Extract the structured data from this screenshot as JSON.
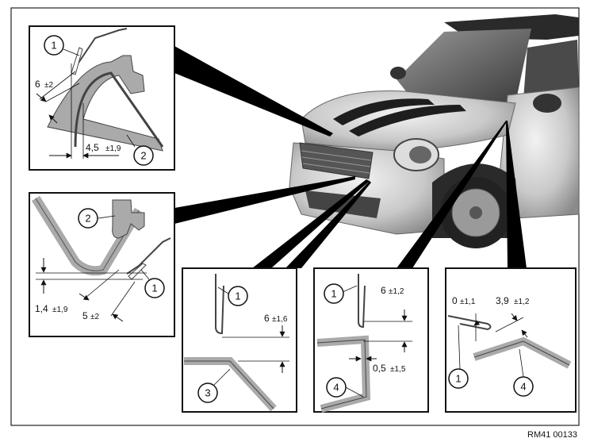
{
  "figure": {
    "reference": "RM41 00133",
    "callouts": [
      "1",
      "2",
      "3",
      "4"
    ]
  },
  "panels": {
    "top_left": {
      "dims": [
        {
          "value": "6",
          "tolerance": "±2"
        },
        {
          "value": "4,5",
          "tolerance": "±1,9"
        }
      ],
      "callouts": [
        "1",
        "2"
      ]
    },
    "mid_left": {
      "dims": [
        {
          "value": "1,4",
          "tolerance": "±1,9"
        },
        {
          "value": "5",
          "tolerance": "±2"
        }
      ],
      "callouts": [
        "2",
        "1"
      ]
    },
    "bottom_a": {
      "dims": [
        {
          "value": "6",
          "tolerance": "±1,6"
        }
      ],
      "callouts": [
        "1",
        "3"
      ]
    },
    "bottom_b": {
      "dims": [
        {
          "value": "6",
          "tolerance": "±1,2"
        },
        {
          "value": "0,5",
          "tolerance": "±1,5"
        }
      ],
      "callouts": [
        "1",
        "4"
      ]
    },
    "bottom_c": {
      "dims": [
        {
          "value": "0",
          "tolerance": "±1,1"
        },
        {
          "value": "3,9",
          "tolerance": "±1,2"
        }
      ],
      "callouts": [
        "1",
        "4"
      ]
    }
  }
}
